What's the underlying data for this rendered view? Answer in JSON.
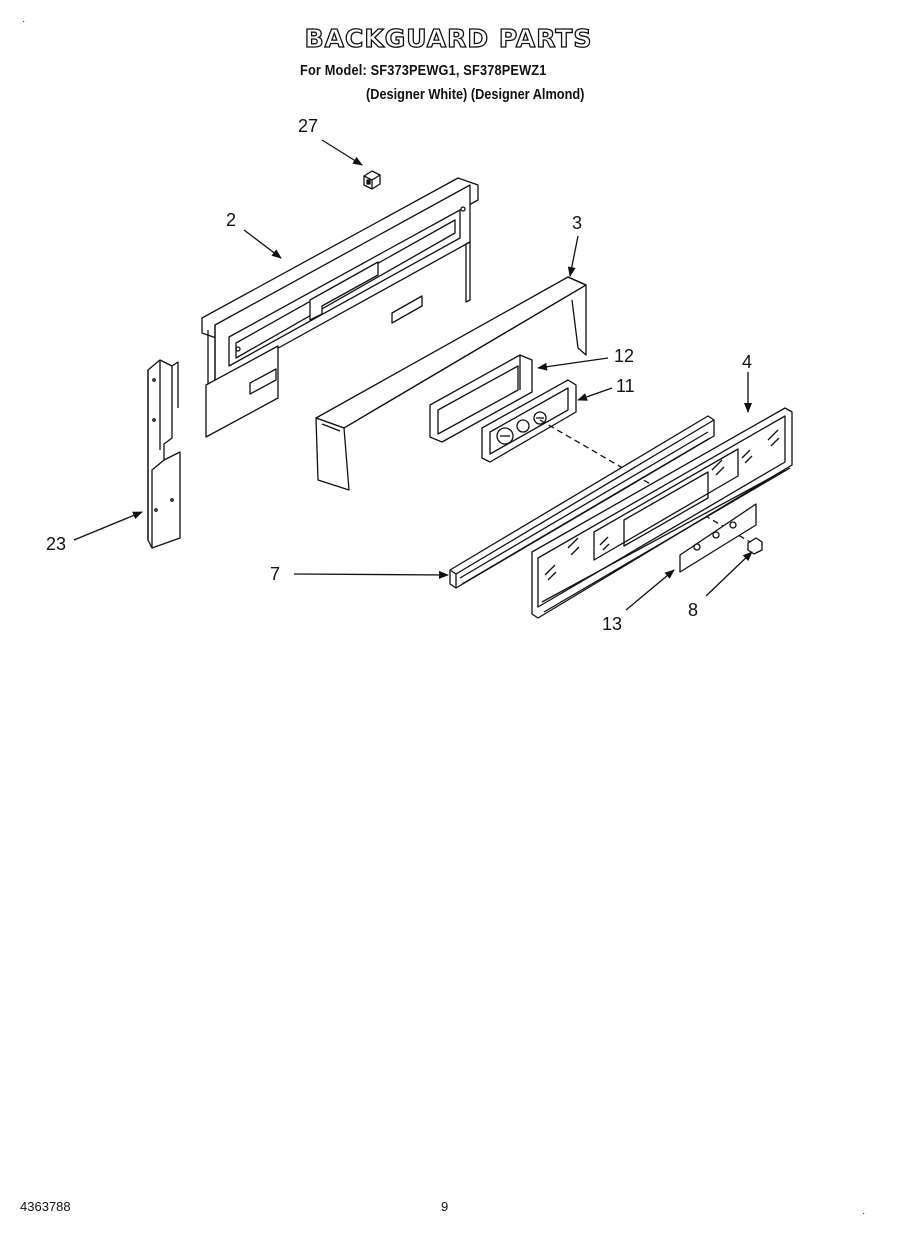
{
  "header": {
    "title": "BACKGUARD PARTS",
    "model_line": "For Model: SF373PEWG1, SF378PEWZ1",
    "color_line": "(Designer White) (Designer Almond)"
  },
  "callouts": {
    "c27": "27",
    "c2": "2",
    "c3": "3",
    "c12": "12",
    "c11": "11",
    "c4": "4",
    "c23": "23",
    "c7": "7",
    "c13": "13",
    "c8": "8"
  },
  "footer": {
    "part_number": "4363788",
    "page": "9"
  }
}
